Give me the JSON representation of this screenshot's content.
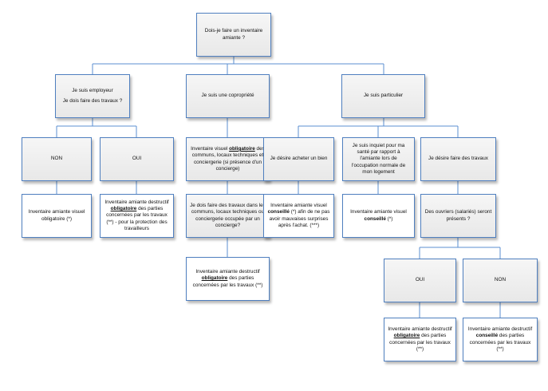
{
  "diagram": {
    "line_color": "#5b8fd0",
    "box_border": "#4f7fbf",
    "root": {
      "text": "Dois-je faire un inventaire amiante ?"
    },
    "employeur": {
      "line1": "Je suis employeur",
      "line2": "Je dois faire des travaux ?"
    },
    "employeur_non": {
      "text": "NON"
    },
    "employeur_oui": {
      "text": "OUI"
    },
    "employeur_non_result": {
      "text": "Inventaire amiante visuel obligatoire (*)"
    },
    "employeur_oui_result": {
      "pre": "Inventaire amiante destructif ",
      "em": "obligatoire",
      "post": " des parties concernées par les travaux (**) - pour la protection des travailleurs"
    },
    "copro": {
      "text": "Je suis une copropriété"
    },
    "copro_visuel": {
      "pre": "Inventaire visuel ",
      "em": "obligatoire",
      "post": " des communs, locaux techniques et conciergerie (si présence d'un concierge)"
    },
    "copro_question": {
      "text": "Je dois faire des travaux dans les communs, locaux techniques ou conciergerie occupée par un concierge?"
    },
    "copro_result": {
      "pre": "Inventaire amiante destructif ",
      "em": "obligatoire",
      "post": " des parties concernées par les travaux (**)"
    },
    "particulier": {
      "text": "Je suis particulier"
    },
    "achat": {
      "text": "Je désire acheter un bien"
    },
    "achat_result": {
      "pre": "Inventaire amiante visuel ",
      "em": "conseillé",
      "post": " (*) afin de ne pas avoir mauvaises surprises après l'achat. (***)"
    },
    "sante": {
      "text": "Je suis inquiet pour ma santé par rapport à l'amiante  lors de l'occupation normale de mon logement"
    },
    "sante_result": {
      "pre": "Inventaire amiante visuel ",
      "em": "conseillé",
      "post": " (*)"
    },
    "travaux": {
      "text": "Je désire faire des travaux"
    },
    "ouvriers": {
      "text": "Des ouvriers (salariés) seront présents ?"
    },
    "ouvriers_oui": {
      "text": "OUI"
    },
    "ouvriers_non": {
      "text": "NON"
    },
    "ouvriers_oui_result": {
      "pre": "Inventaire amiante destructif ",
      "em": "obligatoire",
      "post": " des parties concernées par les travaux (**)"
    },
    "ouvriers_non_result": {
      "pre": "Inventaire amiante destructif ",
      "em": "conseillé",
      "post": " des parties concernées par les travaux (**)"
    }
  }
}
